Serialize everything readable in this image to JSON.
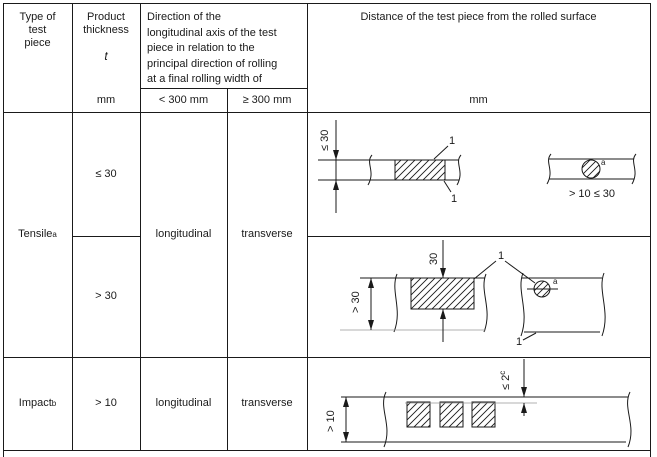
{
  "header": {
    "type_lines": [
      "Type of",
      "test",
      "piece"
    ],
    "thickness_lines": [
      "Product",
      "thickness"
    ],
    "thickness_symbol": "t",
    "thickness_unit": "mm",
    "direction_lines": [
      "Direction of the",
      "longitudinal axis of the test",
      "piece in relation to the",
      "principal direction of rolling",
      "at a final rolling width of"
    ],
    "direction_sub_lt": "< 300 mm",
    "direction_sub_ge": "≥ 300 mm",
    "distance_title": "Distance of the test piece from the rolled surface",
    "distance_unit": "mm"
  },
  "rows": {
    "tensile": {
      "label": "Tensile",
      "label_sup": "a",
      "thickness_thin": "≤ 30",
      "thickness_thick": "> 30",
      "direction_lt": "longitudinal",
      "direction_ge": "transverse"
    },
    "impact": {
      "label": "Impact",
      "label_sup": "b",
      "thickness": "> 10",
      "direction_lt": "longitudinal",
      "direction_ge": "transverse"
    }
  },
  "diagrams": {
    "tensile_thin": {
      "thickness_dim": "≤ 30",
      "leader_top": "1",
      "leader_bottom": "1",
      "round_piece_sup": "a",
      "round_piece_range": "> 10 ≤ 30"
    },
    "tensile_thick": {
      "depth_dim": "30",
      "thickness_dim": "> 30",
      "leader": "1",
      "round_piece_sup": "a",
      "surface_leader": "1"
    },
    "impact": {
      "thickness_dim": "> 10",
      "edge_distance_dim": "≤ 2",
      "edge_distance_sup": "c"
    }
  },
  "colors": {
    "line": "#1a1a1a",
    "background": "#ffffff"
  }
}
